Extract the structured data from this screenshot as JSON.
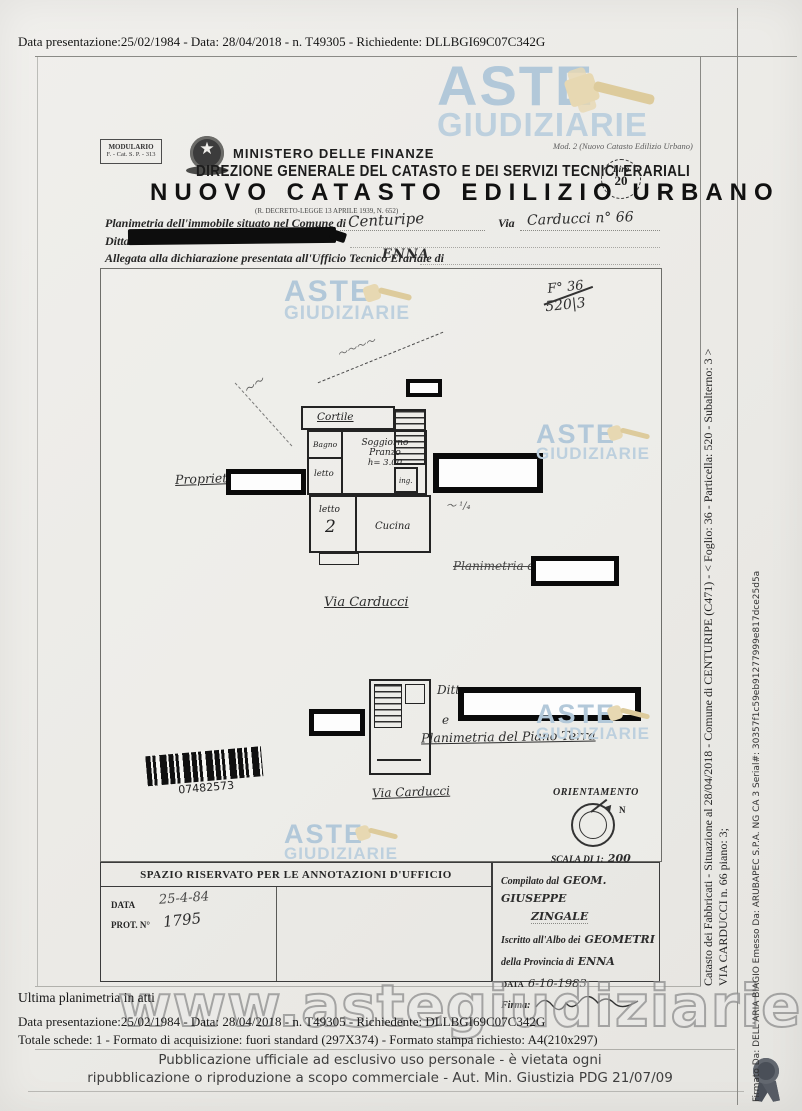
{
  "colors": {
    "watermark_blue": "#b2c8d9",
    "gavel_tan": "#e7d8b2",
    "paper": "#edecea",
    "ink": "#1f1f1f",
    "redaction": "#0a0a0a"
  },
  "header": {
    "top_line": "Data presentazione:25/02/1984 - Data: 28/04/2018 - n. T49305 - Richiedente: DLLBGI69C07C342G"
  },
  "brand": {
    "line1": "ASTE",
    "line2": "GIUDIZIARIE",
    "mod_note": "Mod. 2 (Nuovo Catasto Edilizio Urbano)",
    "site_watermark": "www.astegiudiziarie.it"
  },
  "letterhead": {
    "modulario_l1": "MODULARIO",
    "modulario_l2": "F. - Cat. S. P. - 313",
    "ministry": "MINISTERO DELLE FINANZE",
    "directorate": "DIREZIONE GENERALE DEL CATASTO E DEI SERVIZI TECNICI ERARIALI",
    "title": "NUOVO CATASTO EDILIZIO URBANO",
    "decree": "(R. DECRETO-LEGGE 13 APRILE 1939, N. 652)",
    "stamp_top": "Lire",
    "stamp_value": "20"
  },
  "form": {
    "comune_label": "Planimetria dell'immobile situato nel Comune di",
    "comune_value": "Centuripe",
    "via_label": "Via",
    "via_value": "Carducci n° 66",
    "ditta_label": "Ditta",
    "ufficio_label": "Allegata alla dichiarazione presentata all'Ufficio Tecnico Erariale di",
    "ufficio_value": "ENNA"
  },
  "plan": {
    "ref_top": "F° 36",
    "ref_bottom": "520|3",
    "room_cortile": "Cortile",
    "room_bagno": "Bagno",
    "room_letto1": "letto",
    "room_ing": "ing.",
    "room_soggiorno_l1": "Soggiorno",
    "room_soggiorno_l2": "Pranzo",
    "room_soggiorno_l3": "h= 3.00",
    "room_letto2": "letto",
    "room_letto2_num": "2",
    "room_cucina": "Cucina",
    "proprieta": "Proprietà",
    "planimetria_partial": "Planimetria d",
    "via1": "Via Carducci",
    "ditta_hw": "Ditta",
    "conj_e": "e",
    "piano_terra": "Planimetria del Piano Terra",
    "via2": "Via Carducci",
    "barcode_number": "07482573",
    "orientation": "ORIENTAMENTO",
    "north": "N",
    "scale_label": "SCALA DI 1:",
    "scale_value": "200"
  },
  "annotations": {
    "title": "SPAZIO RISERVATO PER LE ANNOTAZIONI D'UFFICIO",
    "data_label": "DATA",
    "data_value": "25-4-84",
    "prot_label": "PROT. N°",
    "prot_value": "1795",
    "compilato_label": "Compilato dal",
    "compilato_value_l1": "GEOM. GIUSEPPE",
    "compilato_value_l2": "ZINGALE",
    "albo_label": "Iscritto all'Albo dei",
    "albo_value": "GEOMETRI",
    "provincia_label": "della Provincia di",
    "provincia_value": "ENNA",
    "data2_label": "DATA",
    "data2_value": "6-10-1983",
    "firma_label": "Firma:"
  },
  "footer": {
    "ultima": "Ultima planimetria in atti",
    "data_line": "Data presentazione:25/02/1984 - Data: 28/04/2018 - n. T49305 - Richiedente: DLLBGI69C07C342G",
    "totale_line": "Totale schede: 1 - Formato di acquisizione: fuori standard (297X374) - Formato stampa richiesto: A4(210x297)",
    "disclaimer_l1": "Pubblicazione ufficiale ad esclusivo uso personale - è vietata ogni",
    "disclaimer_l2": "ripubblicazione o riproduzione a scopo commerciale - Aut. Min. Giustizia PDG 21/07/09"
  },
  "right_margin": {
    "catasto_line": "Catasto dei Fabbricati - Situazione al 28/04/2018 - Comune di CENTURIPE (C471) - < Foglio: 36 - Particella: 520 - Subalterno: 3 >",
    "via_line": "VIA CARDUCCI n. 66 piano: 3;",
    "firmato_line": "Firmato Da: DELL'ARIA BIAGIO Emesso Da: ARUBAPEC S.P.A. NG CA 3 Serial#: 30357f1c59eb91277999e817dce25d5a"
  }
}
